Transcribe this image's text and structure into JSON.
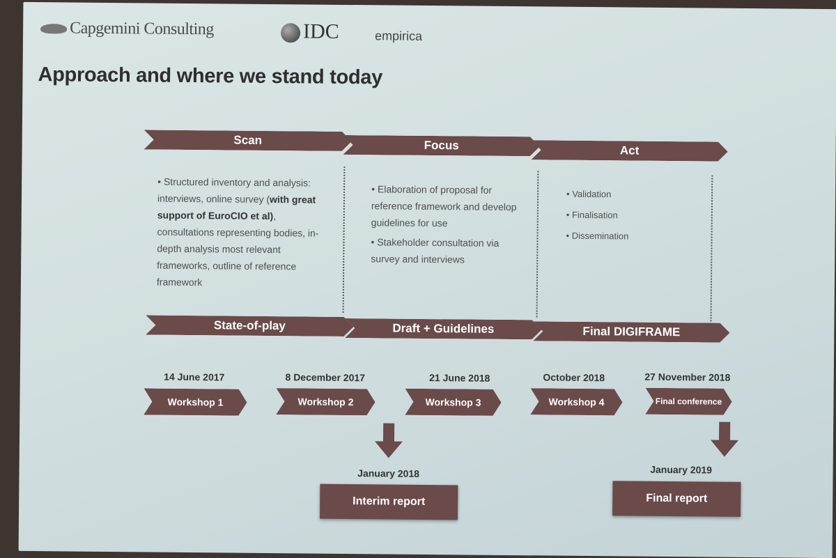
{
  "logos": {
    "capgemini": "Capgemini Consulting",
    "idc": "IDC",
    "empirica": "empirica"
  },
  "title": "Approach and where we stand today",
  "phases": [
    "Scan",
    "Focus",
    "Act"
  ],
  "columns": {
    "scan": [
      {
        "pre": "Structured inventory and analysis: interviews, online survey (",
        "bold": "with great support of EuroCIO et al)",
        "post": ", consultations representing bodies, in-depth analysis most relevant frameworks, outline of reference framework"
      }
    ],
    "focus": [
      "Elaboration of proposal for reference framework and develop guidelines for use",
      "Stakeholder consultation via survey and interviews"
    ],
    "act": [
      "Validation",
      "Finalisation",
      "Dissemination"
    ]
  },
  "outputs": [
    "State-of-play",
    "Draft + Guidelines",
    "Final DIGIFRAME"
  ],
  "workshops": [
    {
      "date": "14 June 2017",
      "label": "Workshop 1"
    },
    {
      "date": "8 December 2017",
      "label": "Workshop 2"
    },
    {
      "date": "21 June 2018",
      "label": "Workshop 3"
    },
    {
      "date": "October 2018",
      "label": "Workshop 4"
    },
    {
      "date": "27 November 2018",
      "label": "Final conference"
    }
  ],
  "reports": [
    {
      "date": "January 2018",
      "label": "Interim report"
    },
    {
      "date": "January 2019",
      "label": "Final report"
    }
  ],
  "colors": {
    "accent": "#6b4a4a",
    "slide_bg": "#d4e0e1",
    "text": "#4e4e4e"
  }
}
